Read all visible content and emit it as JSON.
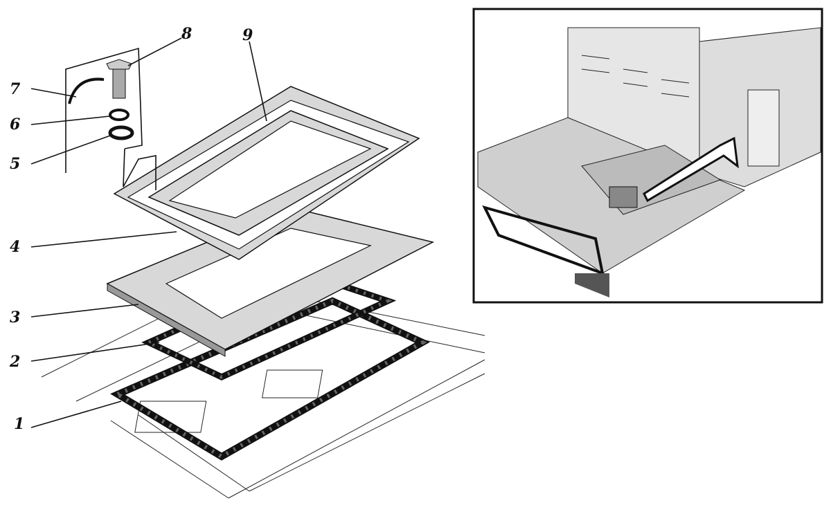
{
  "callouts": {
    "c1": "1",
    "c2": "2",
    "c3": "3",
    "c4": "4",
    "c5": "5",
    "c6": "6",
    "c7": "7",
    "c8": "8",
    "c9": "9"
  }
}
